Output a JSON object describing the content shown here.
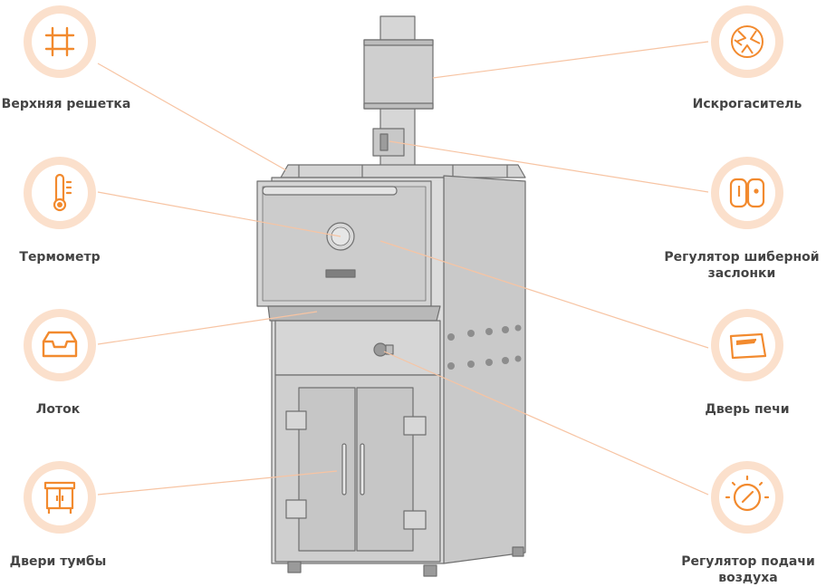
{
  "colors": {
    "accent": "#f28a2e",
    "ring": "#fbe0cc",
    "leader": "#f7c4a3",
    "label": "#444444",
    "metal_light": "#d9d9d9",
    "metal_mid": "#c4c4c4",
    "metal_dark": "#8a8a8a"
  },
  "callouts": [
    {
      "id": "top-grill",
      "label": "Верхняя решетка",
      "icon": "grill-grate-icon"
    },
    {
      "id": "thermometer",
      "label": "Термометр",
      "icon": "thermometer-icon"
    },
    {
      "id": "tray",
      "label": "Лоток",
      "icon": "tray-icon"
    },
    {
      "id": "cabinet-doors",
      "label": "Двери тумбы",
      "icon": "cabinet-icon"
    },
    {
      "id": "spark-arrester",
      "label": "Искрогаситель",
      "icon": "spark-arrester-icon"
    },
    {
      "id": "damper-regulator",
      "label": "Регулятор шиберной заслонки",
      "label_line1": "Регулятор шиберной",
      "label_line2": "заслонки",
      "icon": "damper-icon"
    },
    {
      "id": "oven-door",
      "label": "Дверь печи",
      "icon": "oven-door-icon"
    },
    {
      "id": "air-regulator",
      "label": "Регулятор подачи воздуха",
      "label_line1": "Регулятор подачи",
      "label_line2": "воздуха",
      "icon": "dial-icon"
    }
  ]
}
